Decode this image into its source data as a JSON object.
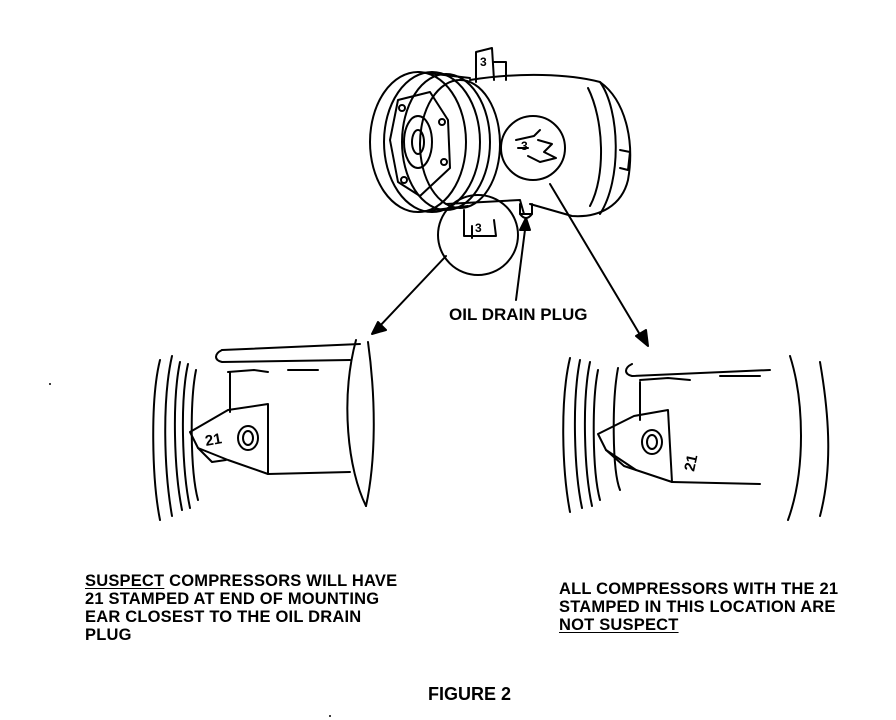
{
  "labels": {
    "oil_drain_plug": "OIL DRAIN PLUG",
    "stamp_number": "21",
    "detail_number": "3"
  },
  "left_caption": {
    "emphasis": "SUSPECT",
    "line1_rest": " COMPRESSORS WILL HAVE",
    "line2": "21 STAMPED AT END OF MOUNTING",
    "line3": "EAR CLOSEST TO THE OIL DRAIN",
    "line4": "PLUG"
  },
  "right_caption": {
    "line1": "ALL COMPRESSORS WITH THE 21",
    "line2": "STAMPED IN THIS LOCATION ARE",
    "emphasis": "NOT SUSPECT"
  },
  "figure_title": "FIGURE 2"
}
